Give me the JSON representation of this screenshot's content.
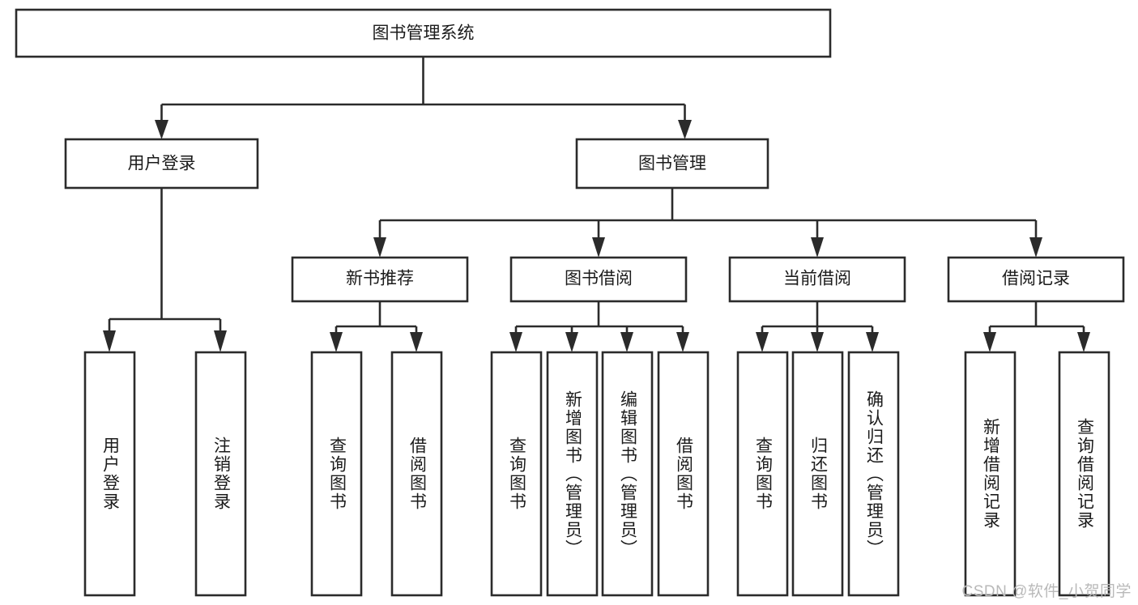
{
  "diagram": {
    "type": "tree-hierarchy",
    "title": "图书管理系统",
    "watermark": "CSDN @软件_小贺同学",
    "colors": {
      "stroke": "#2b2b2b",
      "fill": "#ffffff",
      "text": "#1b1b1b",
      "watermark": "#b9b9b9",
      "background": "#ffffff"
    },
    "root": {
      "label": "图书管理系统"
    },
    "level2": [
      {
        "label": "用户登录"
      },
      {
        "label": "图书管理"
      }
    ],
    "level3": [
      {
        "label": "新书推荐"
      },
      {
        "label": "图书借阅"
      },
      {
        "label": "当前借阅"
      },
      {
        "label": "借阅记录"
      }
    ],
    "leaves": {
      "user_login": [
        {
          "label": "用户登录"
        },
        {
          "label": "注销登录"
        }
      ],
      "new_book_recommend": [
        {
          "label": "查询图书"
        },
        {
          "label": "借阅图书"
        }
      ],
      "book_borrow": [
        {
          "label": "查询图书"
        },
        {
          "label": "新增图书（管理员）"
        },
        {
          "label": "编辑图书（管理员）"
        },
        {
          "label": "借阅图书"
        }
      ],
      "current_borrow": [
        {
          "label": "查询图书"
        },
        {
          "label": "归还图书"
        },
        {
          "label": "确认归还（管理员）"
        }
      ],
      "borrow_record": [
        {
          "label": "新增借阅记录"
        },
        {
          "label": "查询借阅记录"
        }
      ]
    }
  }
}
